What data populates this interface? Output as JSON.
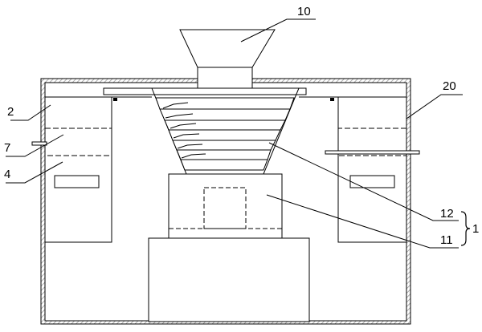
{
  "colors": {
    "line": "#000000",
    "background": "#ffffff",
    "wall_hatch": "#9a9a9a"
  },
  "labels": {
    "hopper": "10",
    "housing": "20",
    "part_2": "2",
    "part_7": "7",
    "part_4": "4",
    "part_12": "12",
    "part_11": "11",
    "assembly": "1"
  }
}
